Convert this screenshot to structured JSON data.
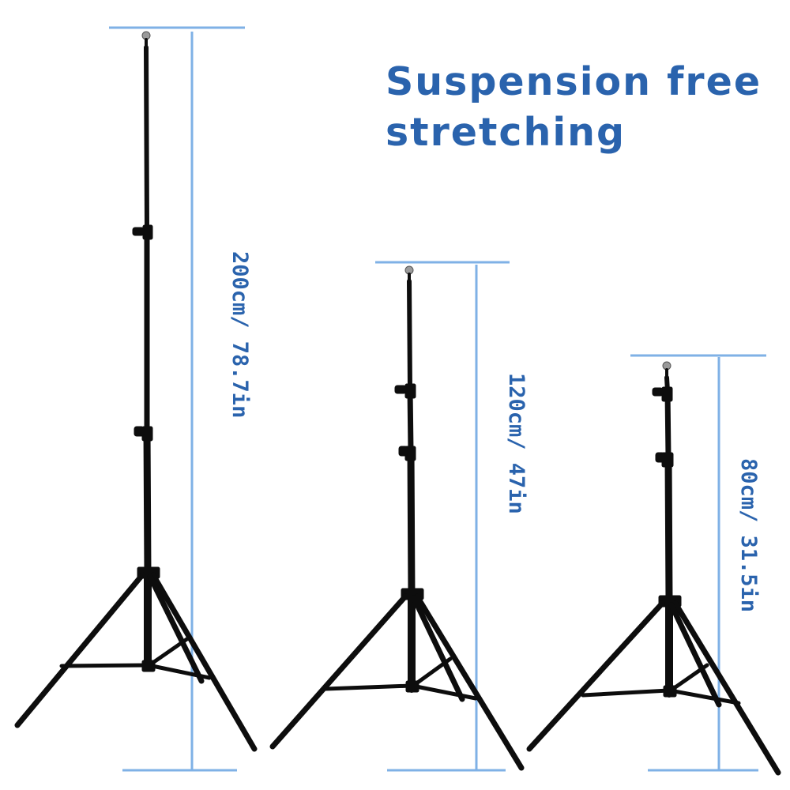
{
  "headline": {
    "line1": "Suspension free",
    "line2": "stretching"
  },
  "stands": [
    {
      "id": "tall",
      "height_label": "200cm/ 78.7in"
    },
    {
      "id": "medium",
      "height_label": "120cm/ 47in"
    },
    {
      "id": "short",
      "height_label": "80cm/ 31.5in"
    }
  ],
  "colors": {
    "accent": "#2a63ad",
    "measure_line": "#7fb1e6",
    "stand": "#0d0d0d",
    "background": "#ffffff"
  }
}
